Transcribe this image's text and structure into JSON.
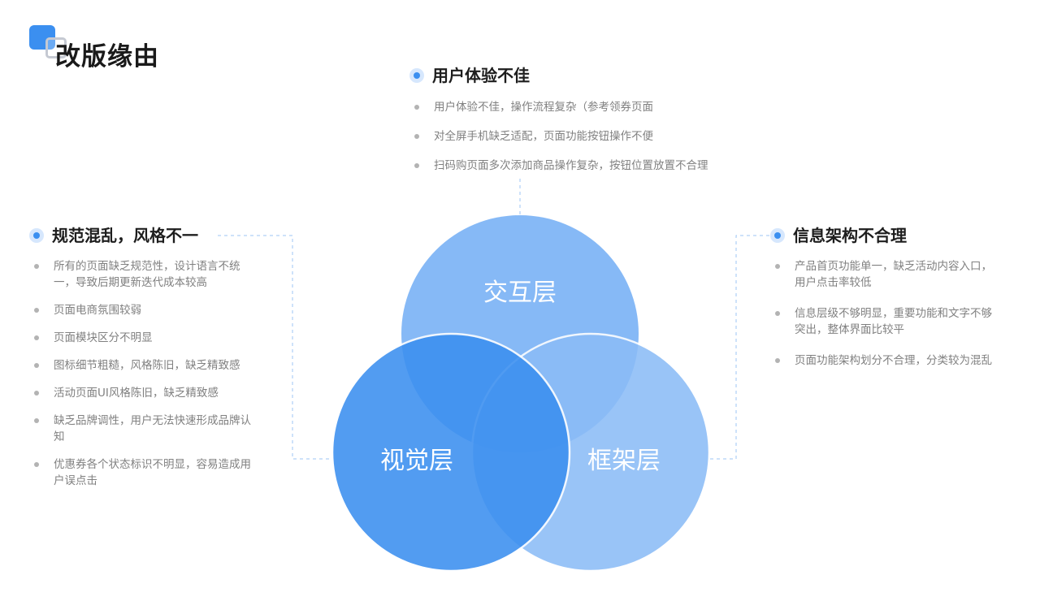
{
  "page_title": "改版缘由",
  "accent_color": "#3b8ff0",
  "icons": {
    "logo": "overlapping-squares-icon",
    "bullet": "dot-icon",
    "section_marker": "blue-ring-dot-icon"
  },
  "venn": {
    "top_label": "交互层",
    "left_label": "视觉层",
    "right_label": "框架层",
    "colors": {
      "top": "#7fb5f5",
      "left": "#3b8ff0",
      "right": "#8bbcf7"
    }
  },
  "sections": {
    "top": {
      "title": "用户体验不佳",
      "items": [
        "用户体验不佳，操作流程复杂（参考领券页面",
        "对全屏手机缺乏适配，页面功能按钮操作不便",
        "扫码购页面多次添加商品操作复杂，按钮位置放置不合理"
      ]
    },
    "left": {
      "title": "规范混乱，风格不一",
      "items": [
        "所有的页面缺乏规范性，设计语言不统一，导致后期更新迭代成本较高",
        "页面电商氛围较弱",
        "页面模块区分不明显",
        "图标细节粗糙，风格陈旧，缺乏精致感",
        "活动页面UI风格陈旧，缺乏精致感",
        "缺乏品牌调性，用户无法快速形成品牌认知",
        "优惠券各个状态标识不明显，容易造成用户误点击"
      ]
    },
    "right": {
      "title": "信息架构不合理",
      "items": [
        "产品首页功能单一，缺乏活动内容入口，用户点击率较低",
        "信息层级不够明显，重要功能和文字不够突出，整体界面比较平",
        "页面功能架构划分不合理，分类较为混乱"
      ]
    }
  }
}
